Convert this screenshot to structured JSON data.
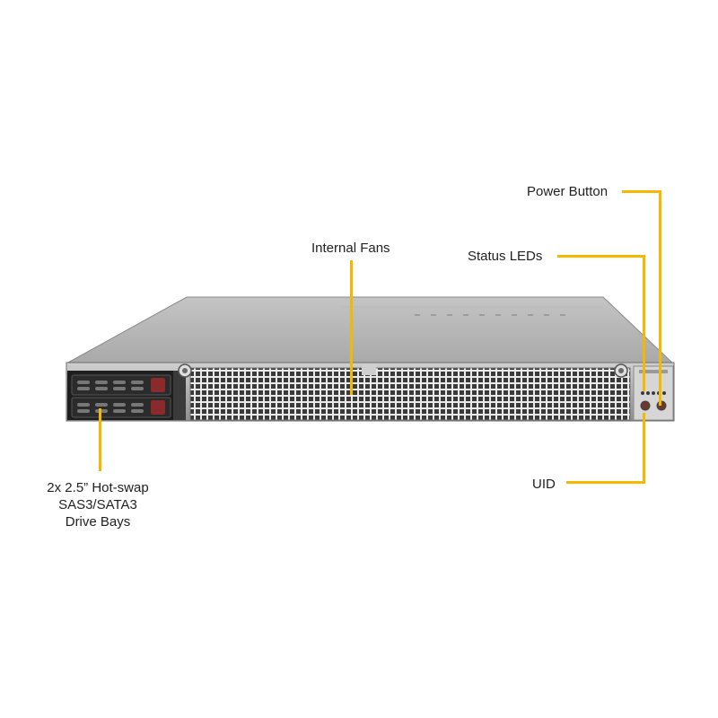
{
  "callouts": {
    "power_button": "Power Button",
    "status_leds": "Status LEDs",
    "internal_fans": "Internal Fans",
    "drive_bays": "2x 2.5” Hot-swap\nSAS3/SATA3\nDrive Bays",
    "uid": "UID"
  },
  "colors": {
    "leader": "#f5b800",
    "chassis_top": "#b4b4b4",
    "chassis_front": "#9a9a9a",
    "drive_tray": "#2b2b2b",
    "drive_latch": "#8a2a2a"
  },
  "icons": {
    "power_button": "power-button-icon",
    "uid_button": "uid-button-icon",
    "status_leds": "led-indicator-icon"
  }
}
